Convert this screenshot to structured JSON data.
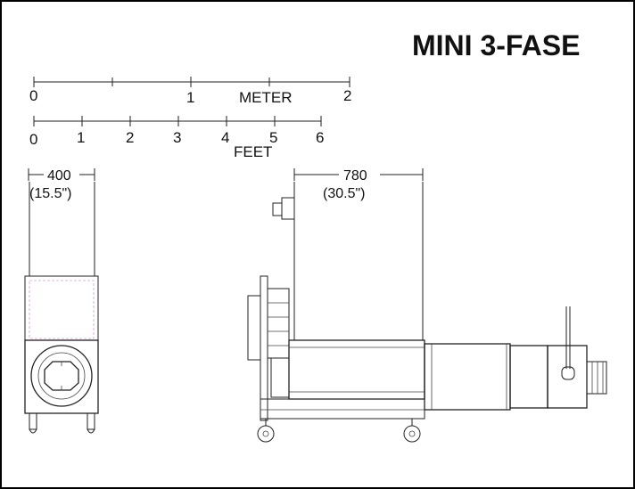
{
  "title": "MINI 3-FASE",
  "meter_scale": {
    "unit_label": "METER",
    "ticks": [
      "0",
      "1",
      "2"
    ]
  },
  "feet_scale": {
    "unit_label": "FEET",
    "ticks": [
      "0",
      "1",
      "2",
      "3",
      "4",
      "5",
      "6"
    ]
  },
  "front_view": {
    "width_mm": "400",
    "width_in": "(15.5\")"
  },
  "side_view": {
    "length_mm": "780",
    "length_in": "(30.5\")"
  }
}
